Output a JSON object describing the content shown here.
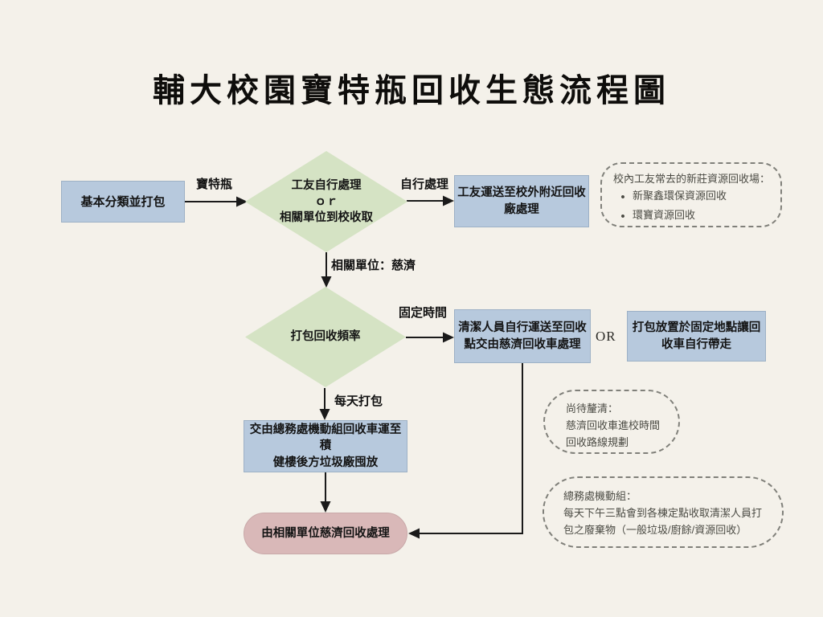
{
  "title": "輔大校園寶特瓶回收生態流程圖",
  "colors": {
    "background": "#f4f1ea",
    "process_fill": "#b7c9dd",
    "decision_fill": "#d5e3c4",
    "terminal_fill": "#d9b8b8",
    "connector": "#1a1a1a",
    "note_border": "#80807a"
  },
  "nodes": {
    "start": "基本分類並打包",
    "decision_handling": "工友自行處理\nｏｒ\n相關單位到校收取",
    "offsite": "工友運送至校外附近回收\n廠處理",
    "decision_frequency": "打包回收頻率",
    "fixed_point": "清潔人員自行運送至回收\n點交由慈濟回收車處理",
    "or": "OR",
    "pickup": "打包放置於固定地點讓回\n收車自行帶走",
    "daily": "交由總務處機動組回收車運至積\n健樓後方垃圾廠囤放",
    "end": "由相關單位慈濟回收處理"
  },
  "edge_labels": {
    "bottle": "寶特瓶",
    "self": "自行處理",
    "unit": "相關單位：慈濟",
    "fixed": "固定時間",
    "daily": "每天打包"
  },
  "notes": {
    "sites": {
      "title": "校內工友常去的新莊資源回收場：",
      "items": [
        "新聚鑫環保資源回收",
        "環寶資源回收"
      ]
    },
    "clarify": {
      "text": "尚待釐清：\n慈濟回收車進校時間\n回收路線規劃"
    },
    "mobile": {
      "text": "總務處機動組：\n每天下午三點會到各棟定點收取清潔人員打包之廢棄物（一般垃圾/廚餘/資源回收）"
    }
  }
}
